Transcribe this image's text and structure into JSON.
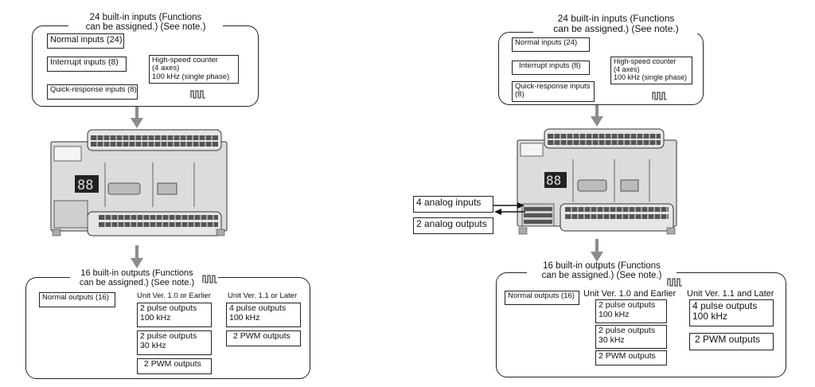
{
  "left": {
    "inputs": {
      "title_line1": "24 built-in inputs (Functions",
      "title_line2": "can be assigned.) (See note.)",
      "normal": "Normal inputs (24)",
      "interrupt": "Interrupt inputs (8)",
      "quick": "Quick-response inputs (8)",
      "hsc_line1": "High-speed counter",
      "hsc_line2": "(4 axes)",
      "hsc_line3": "100 kHz (single phase)"
    },
    "outputs": {
      "title_line1": "16 built-in outputs (Functions",
      "title_line2": "can be assigned.) (See note.)",
      "normal": "Normal outputs (16)",
      "ver_early": "Unit Ver. 1.0 or Earlier",
      "ver_later": "Unit Ver. 1.1 or Later",
      "early_pulse100_l1": "2 pulse outputs",
      "early_pulse100_l2": "100 kHz",
      "early_pulse30_l1": "2 pulse outputs",
      "early_pulse30_l2": "30 kHz",
      "early_pwm": "2 PWM outputs",
      "later_pulse_l1": "4 pulse outputs",
      "later_pulse_l2": "100 kHz",
      "later_pwm": "2 PWM outputs"
    }
  },
  "right": {
    "inputs": {
      "title_line1": "24 built-in inputs (Functions",
      "title_line2": "can be assigned.) (See note.)",
      "normal": "Normal inputs (24)",
      "interrupt": "Interrupt inputs (8)",
      "quick_l1": "Quick-response inputs",
      "quick_l2": "(8)",
      "hsc_line1": "High-speed counter",
      "hsc_line2": "(4 axes)",
      "hsc_line3": "100 kHz (single phase)"
    },
    "analog_inputs": "4 analog inputs",
    "analog_outputs": "2 analog outputs",
    "outputs": {
      "title_line1": "16 built-in outputs (Functions",
      "title_line2": "can be assigned.) (See note.)",
      "normal": "Normal outputs (16)",
      "ver_early": "Unit Ver. 1.0 and Earlier",
      "ver_later": "Unit Ver. 1.1 and Later",
      "early_pulse100_l1": "2 pulse outputs",
      "early_pulse100_l2": "100 kHz",
      "early_pulse30_l1": "2 pulse outputs",
      "early_pulse30_l2": "30 kHz",
      "early_pwm": "2 PWM outputs",
      "later_pulse_l1": "4 pulse outputs",
      "later_pulse_l2": "100 kHz",
      "later_pwm": "2 PWM outputs"
    }
  },
  "icons": {
    "pulse": "pulse-train-icon",
    "arrow": "down-arrow-icon",
    "plc": "plc-unit-image"
  },
  "colors": {
    "line": "#222222",
    "arrow": "#8c8c8c",
    "plc_body": "#dcdcdc"
  }
}
